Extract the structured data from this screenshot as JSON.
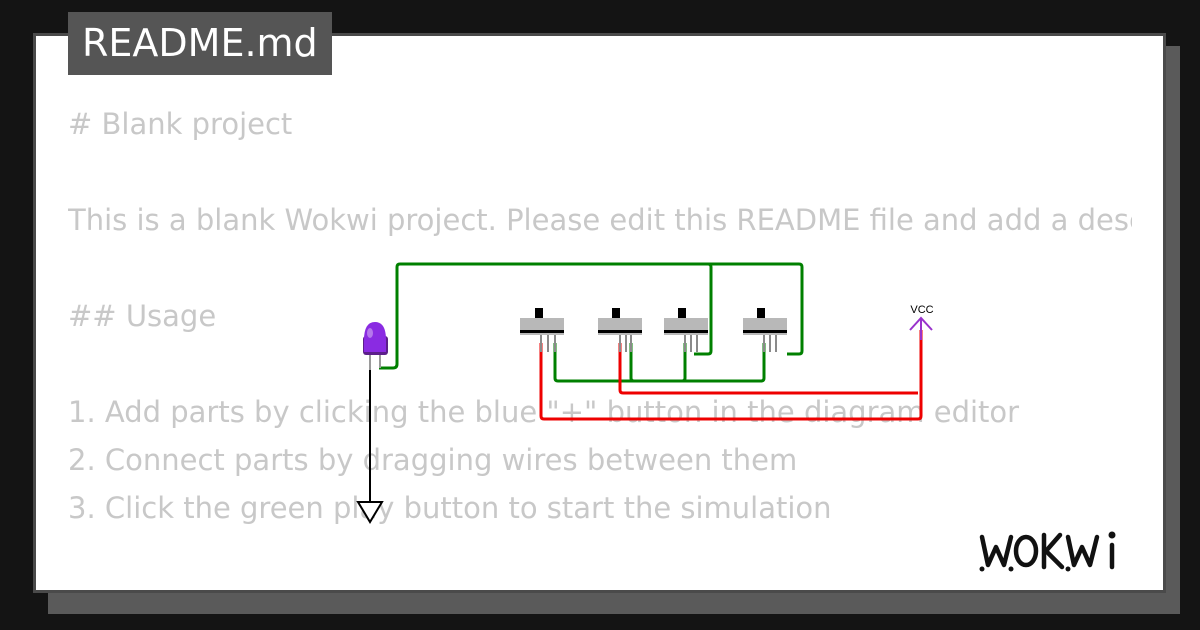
{
  "file_tab": {
    "label": "README.md"
  },
  "readme": {
    "lines": [
      "# Blank project",
      "This is a blank Wokwi project. Please edit this README file and add a description of your project.",
      "## Usage",
      "1. Add parts by clicking the blue \"+\" button in the diagram editor",
      "2. Connect parts by dragging wires between them",
      "3. Click the green play button to start the simulation"
    ]
  },
  "diagram": {
    "vcc_label": "VCC",
    "colors": {
      "wire_green": "#008000",
      "wire_red": "#ee0000",
      "wire_black": "#000000",
      "vcc_purple": "#9932cc",
      "led_purple": "#8a2be2",
      "switch_body": "#b8b8b8"
    }
  },
  "logo": {
    "text": "WOKWi"
  },
  "colors": {
    "background": "#141414",
    "card": "#ffffff",
    "card_border": "#4a4a4a",
    "tab_bg": "#555555",
    "readme_text": "#c8c8c8"
  }
}
